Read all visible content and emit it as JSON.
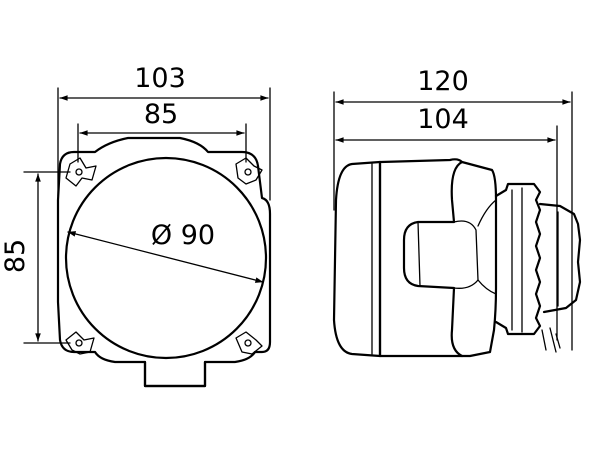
{
  "dimensions": {
    "front_width_overall": "103",
    "front_width_mount": "85",
    "front_height_mount": "85",
    "lens_diameter": "Ø 90",
    "side_length_overall": "120",
    "side_length_body": "104"
  },
  "colors": {
    "line": "#000000",
    "background": "#ffffff"
  },
  "icons": {
    "arrowhead": "arrow-icon"
  }
}
